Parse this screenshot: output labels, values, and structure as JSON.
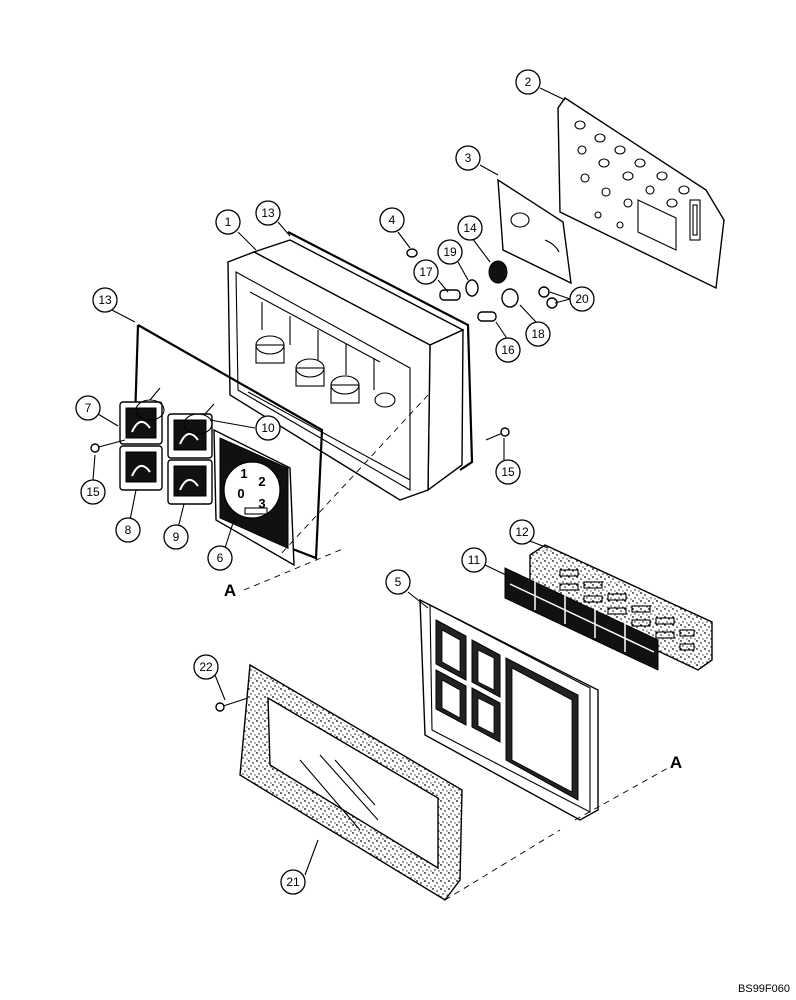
{
  "callouts": [
    {
      "id": "c1",
      "label": "1"
    },
    {
      "id": "c2",
      "label": "2"
    },
    {
      "id": "c3",
      "label": "3"
    },
    {
      "id": "c4",
      "label": "4"
    },
    {
      "id": "c5",
      "label": "5"
    },
    {
      "id": "c6",
      "label": "6"
    },
    {
      "id": "c7",
      "label": "7"
    },
    {
      "id": "c8",
      "label": "8"
    },
    {
      "id": "c9",
      "label": "9"
    },
    {
      "id": "c10",
      "label": "10"
    },
    {
      "id": "c11",
      "label": "11"
    },
    {
      "id": "c12",
      "label": "12"
    },
    {
      "id": "c13a",
      "label": "13"
    },
    {
      "id": "c13b",
      "label": "13"
    },
    {
      "id": "c14",
      "label": "14"
    },
    {
      "id": "c15a",
      "label": "15"
    },
    {
      "id": "c15b",
      "label": "15"
    },
    {
      "id": "c16",
      "label": "16"
    },
    {
      "id": "c17",
      "label": "17"
    },
    {
      "id": "c18",
      "label": "18"
    },
    {
      "id": "c19",
      "label": "19"
    },
    {
      "id": "c20",
      "label": "20"
    },
    {
      "id": "c21",
      "label": "21"
    },
    {
      "id": "c22",
      "label": "22"
    }
  ],
  "reference_marks": {
    "left": "A",
    "right": "A"
  },
  "gauge_digits": [
    "1",
    "2",
    "0",
    "3"
  ],
  "figure_code": "BS99F060"
}
